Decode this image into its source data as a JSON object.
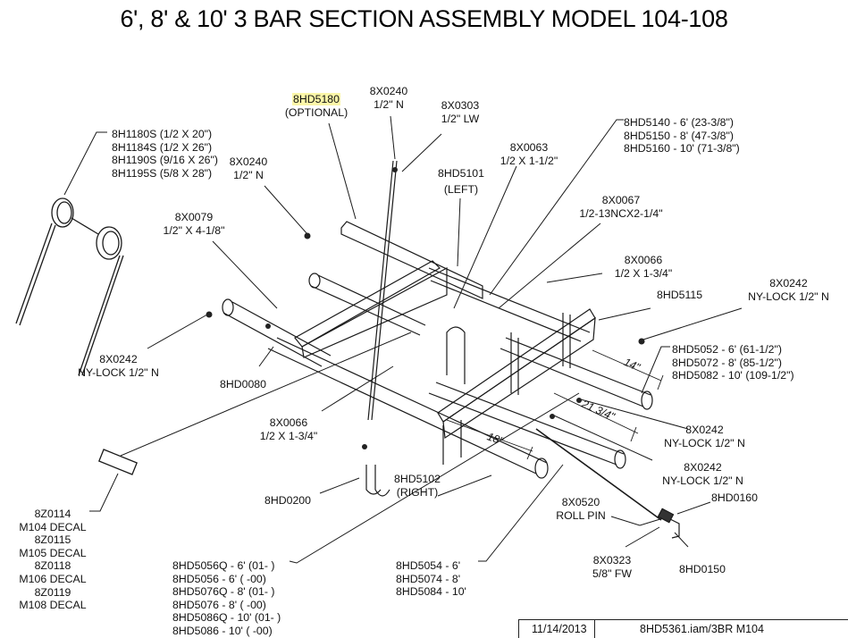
{
  "title": "6', 8' & 10' 3 BAR SECTION ASSEMBLY MODEL 104-108",
  "highlight_color": "#fbf6a8",
  "callouts": {
    "tines": [
      "8H1180S (1/2 X 20\")",
      "8H1184S (1/2 X 26\")",
      "8H1190S (9/16 X 26\")",
      "8H1195S (5/8 X 28\")"
    ],
    "optional_part": {
      "part": "8HD5180",
      "note": "(OPTIONAL)"
    },
    "nut_top": {
      "part": "8X0240",
      "spec": "1/2\" N"
    },
    "lockwasher": {
      "part": "8X0303",
      "spec": "1/2\" LW"
    },
    "nut_left": {
      "part": "8X0240",
      "spec": "1/2\" N"
    },
    "bolt_0079": {
      "part": "8X0079",
      "spec": "1/2\" X 4-1/8\""
    },
    "bracket_left": {
      "part": "8HD5101",
      "note": "(LEFT)"
    },
    "bolt_0063": {
      "part": "8X0063",
      "spec": "1/2 X 1-1/2\""
    },
    "bars": [
      "8HD5140 - 6' (23-3/8\")",
      "8HD5150 - 8' (47-3/8\")",
      "8HD5160 - 10' (71-3/8\")"
    ],
    "bolt_0067": {
      "part": "8X0067",
      "spec": "1/2-13NCX2-1/4\""
    },
    "bolt_0066_top": {
      "part": "8X0066",
      "spec": "1/2 X 1-3/4\""
    },
    "part_5115": "8HD5115",
    "locknut_top_right": {
      "part": "8X0242",
      "spec": "NY-LOCK 1/2\" N"
    },
    "locknut_left": {
      "part": "8X0242",
      "spec": "NY-LOCK 1/2\" N"
    },
    "part_0080": "8HD0080",
    "tubes_right": [
      "8HD5052 - 6' (61-1/2\")",
      "8HD5072 - 8' (85-1/2\")",
      "8HD5082 - 10' (109-1/2\")"
    ],
    "bolt_0066_mid": {
      "part": "8X0066",
      "spec": "1/2 X 1-3/4\""
    },
    "locknut_mid_right": {
      "part": "8X0242",
      "spec": "NY-LOCK 1/2\" N"
    },
    "locknut_low_right": {
      "part": "8X0242",
      "spec": "NY-LOCK 1/2\" N"
    },
    "part_0200": "8HD0200",
    "bracket_right": {
      "part": "8HD5102",
      "note": "(RIGHT)"
    },
    "roll_pin": {
      "part": "8X0520",
      "spec": "ROLL PIN"
    },
    "part_0160": "8HD0160",
    "washer_0323": {
      "part": "8X0323",
      "spec": "5/8\" FW"
    },
    "part_0150": "8HD0150",
    "decals": [
      "8Z0114",
      "M104 DECAL",
      "8Z0115",
      "M105 DECAL",
      "8Z0118",
      "M106 DECAL",
      "8Z0119",
      "M108 DECAL"
    ],
    "tubes_long": [
      "8HD5056Q - 6' (01- )",
      "8HD5056 - 6' ( -00)",
      "8HD5076Q - 8' (01- )",
      "8HD5076 - 8' ( -00)",
      "8HD5086Q - 10' (01- )",
      "8HD5086 - 10' ( -00)"
    ],
    "tubes_mid": [
      "8HD5054 - 6'",
      "8HD5074 - 8'",
      "8HD5084 - 10'"
    ]
  },
  "dimensions": {
    "d14": "14\"",
    "d21": "21 3/4\"",
    "d18": "18\""
  },
  "title_block": {
    "date": "11/14/2013",
    "file": "8HD5361.iam/3BR M104"
  }
}
